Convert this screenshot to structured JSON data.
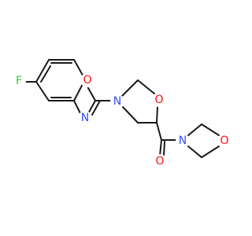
{
  "molecule": {
    "atoms": {
      "F": {
        "symbol": "F",
        "color": "#33cc33"
      },
      "O1": {
        "symbol": "O",
        "color": "#ff0d0d"
      },
      "N1": {
        "symbol": "N",
        "color": "#3050f8"
      },
      "N2": {
        "symbol": "N",
        "color": "#3050f8"
      },
      "O2": {
        "symbol": "O",
        "color": "#ff0d0d"
      },
      "O3": {
        "symbol": "O",
        "color": "#ff0d0d"
      },
      "N3": {
        "symbol": "N",
        "color": "#3050f8"
      },
      "O4": {
        "symbol": "O",
        "color": "#ff0d0d"
      }
    },
    "bond_color": "#1a1a1a"
  }
}
